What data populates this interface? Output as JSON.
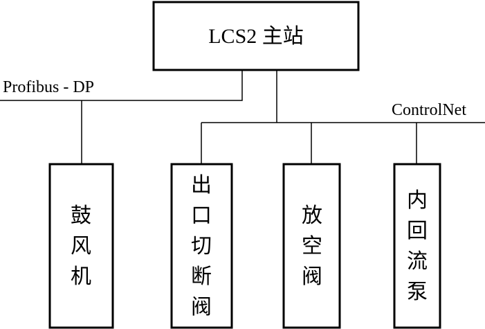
{
  "master": {
    "label": "LCS2 主站"
  },
  "buses": {
    "profibus": "Profibus - DP",
    "controlnet": "ControlNet"
  },
  "devices": [
    {
      "id": "blower",
      "label": "鼓风机"
    },
    {
      "id": "outlet-valve",
      "label": "出口切断阀"
    },
    {
      "id": "vent-valve",
      "label": "放空阀"
    },
    {
      "id": "recirc-pump",
      "label": "内回流泵"
    }
  ]
}
